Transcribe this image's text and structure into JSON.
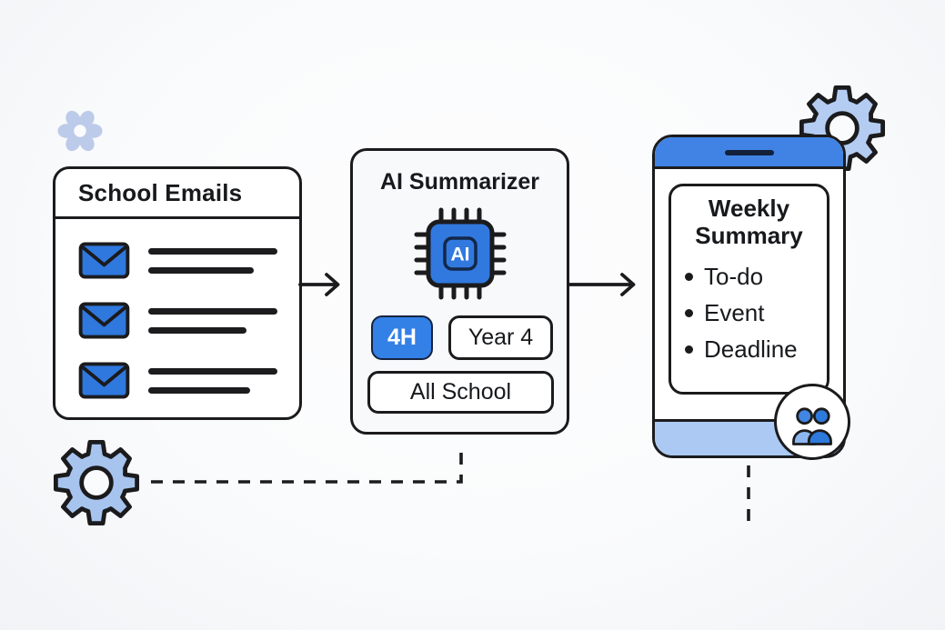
{
  "colors": {
    "primary_blue": "#3179DF",
    "header_blue": "#4083E4",
    "light_blue": "#ABC9F2",
    "pale_blue": "#BCCBE9",
    "ink": "#1B1B1D",
    "background": "#FAFBFC"
  },
  "email_card": {
    "title": "School Emails",
    "row_count": 3
  },
  "summarizer_card": {
    "title": "AI Summarizer",
    "chip_label": "AI",
    "tags": [
      {
        "label": "4H"
      },
      {
        "label": "Year 4"
      },
      {
        "label": "All School"
      }
    ]
  },
  "phone": {
    "summary_title": "Weekly Summary",
    "bullets": [
      "To-do",
      "Event",
      "Deadline"
    ]
  }
}
